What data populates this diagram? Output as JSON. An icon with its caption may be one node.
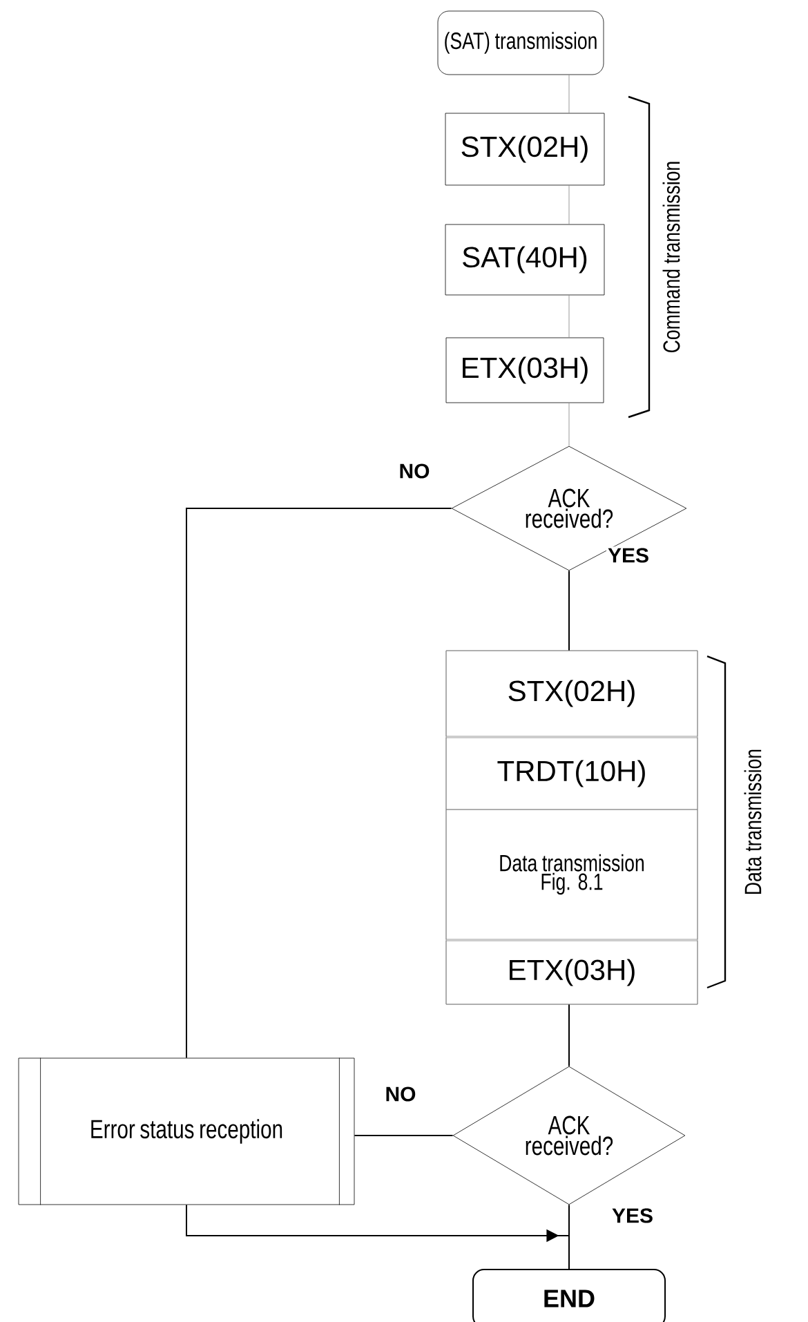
{
  "diagram": {
    "nodes": [
      {
        "text": [
          "(SAT) transmission"
        ]
      },
      {
        "text": [
          "STX(02H)"
        ]
      },
      {
        "text": [
          "SAT(40H)"
        ]
      },
      {
        "text": [
          "ETX(03H)"
        ]
      },
      {
        "text": [
          "ACK received?"
        ]
      },
      {
        "text": [],
        "shape": "box"
      },
      {
        "text": [
          "STX(02H)"
        ],
        "in": 5
      },
      {
        "text": [
          "TRDT(10H)"
        ],
        "in": 5
      },
      {
        "text": [
          "Data transmission Fig. 8.1"
        ],
        "in": 5
      },
      {
        "text": [
          "ETX(03H)"
        ],
        "in": 5
      },
      {
        "text": [
          "Error status reception"
        ]
      },
      {
        "text": [
          "ACK received?"
        ]
      },
      {
        "text": [
          "END"
        ]
      }
    ],
    "edges": [
      {
        "from": 0,
        "to": 1,
        "arrow": "none",
        "color": "#808080"
      },
      {
        "from": 1,
        "to": 2,
        "arrow": "none",
        "color": "#808080"
      },
      {
        "from": 2,
        "to": 3,
        "arrow": "none",
        "color": "#808080"
      },
      {
        "from": 3,
        "to": 4,
        "arrow": "none",
        "color": "#808080"
      },
      {
        "from": 4,
        "to": 10,
        "arrow": "none",
        "label": "NO"
      },
      {
        "from": 4,
        "to": 5,
        "arrow": "none",
        "label": "YES"
      },
      {
        "from": 5,
        "to": 11,
        "arrow": "none"
      },
      {
        "from": 11,
        "to": 10,
        "arrow": "none",
        "label": "NO"
      },
      {
        "from": 11,
        "to": 12,
        "arrow": "none",
        "label": "YES"
      },
      {
        "from": 10,
        "to": 12,
        "arrow": "to"
      }
    ],
    "labels": [
      "Command transmission",
      "Data transmission"
    ]
  }
}
